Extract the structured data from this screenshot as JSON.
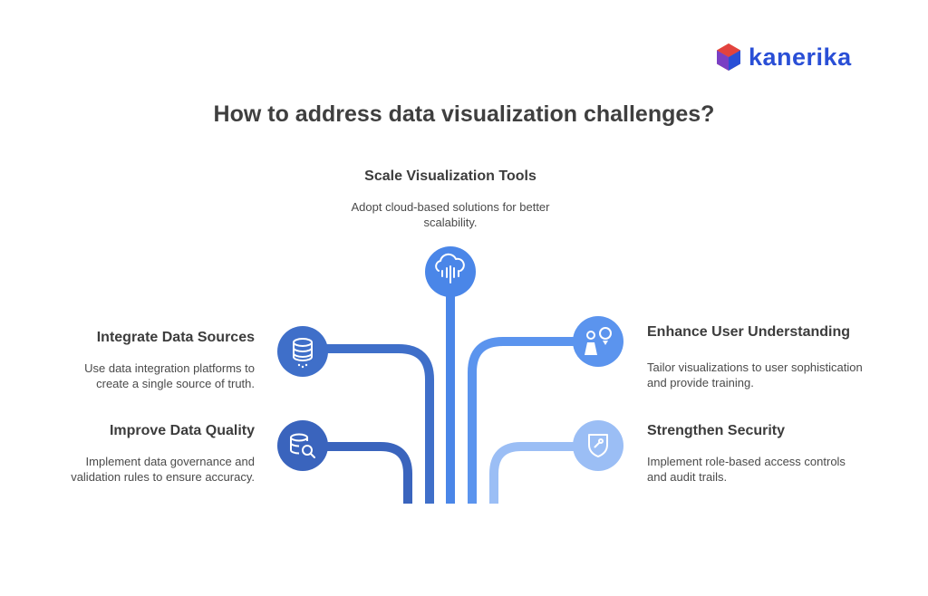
{
  "brand": {
    "name": "kanerika",
    "color": "#2a4fd6"
  },
  "title": "How to address data visualization challenges?",
  "items": [
    {
      "heading": "Scale Visualization Tools",
      "description": "Adopt cloud-based solutions for better scalability.",
      "icon": "cloud-network-icon",
      "color": "#4a86e8"
    },
    {
      "heading": "Integrate Data Sources",
      "description": "Use data integration platforms to create a single source of truth.",
      "icon": "database-icon",
      "color": "#3f6fc9"
    },
    {
      "heading": "Improve Data Quality",
      "description": "Implement data governance and validation rules to ensure accuracy.",
      "icon": "database-search-icon",
      "color": "#3a64bd"
    },
    {
      "heading": "Enhance User Understanding",
      "description": "Tailor visualizations to user sophistication and provide training.",
      "icon": "user-idea-icon",
      "color": "#5b94ee"
    },
    {
      "heading": "Strengthen Security",
      "description": "Implement role-based access controls and audit trails.",
      "icon": "shield-key-icon",
      "color": "#9bbef5"
    }
  ]
}
